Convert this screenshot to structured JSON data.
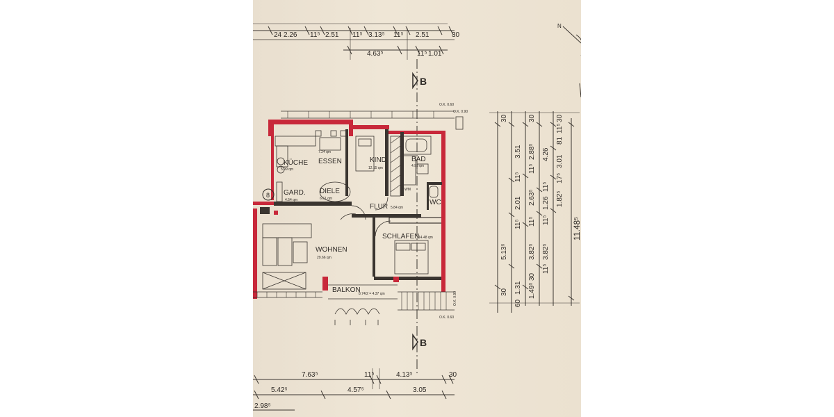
{
  "rooms": {
    "kueche": {
      "name": "KÜCHE",
      "area": "5.99 qm"
    },
    "essen": {
      "name": "ESSEN",
      "area": "7.24 qm"
    },
    "kind": {
      "name": "KIND",
      "area": "12.15 qm"
    },
    "bad": {
      "name": "BAD",
      "area": "4.93 qm"
    },
    "gard": {
      "name": "GARD.",
      "area": "4.54 qm"
    },
    "diele": {
      "name": "DIELE",
      "area": "6.61 qm"
    },
    "flur": {
      "name": "FLUR",
      "area": "5.84 qm"
    },
    "wc": {
      "name": "WC"
    },
    "wohnen": {
      "name": "WOHNEN",
      "area": "29.66 qm"
    },
    "schlafen": {
      "name": "SCHLAFEN",
      "area": "14.48 qm"
    },
    "balkon": {
      "name": "BALKON",
      "area": "8.74/2 = 4.37 qm"
    },
    "wm": {
      "name": "WM"
    }
  },
  "unit_number": "8",
  "section_label": "B",
  "north_label": "N",
  "ok_labels": {
    "top_1": "O.K. 0.60",
    "top_2": "O.K. 0.90",
    "bottom_1": "O.K. 0.90",
    "bottom_2": "O.K. 0.60"
  },
  "dimensions_top": {
    "row1": [
      "24",
      "2.26",
      "11⁵",
      "2.51",
      "11⁵",
      "3.13⁵",
      "11⁵",
      "2.51",
      "30"
    ],
    "row2": [
      "4.63⁵",
      "11⁵",
      "1.01"
    ]
  },
  "dimensions_bottom": {
    "row1": [
      "7.63⁵",
      "11⁵",
      "4.13⁵",
      "30"
    ],
    "row2": [
      "5.42⁵",
      "4.57⁵",
      "3.05"
    ],
    "row3": [
      "2.98⁵"
    ]
  },
  "dimensions_right": {
    "col1": [
      "30",
      "5.13⁵",
      "30"
    ],
    "col2": [
      "3.51",
      "11⁵",
      "2.01",
      "11⁵",
      "1.31",
      "60"
    ],
    "col3": [
      "30",
      "2.88⁵",
      "11⁵",
      "2.63⁵",
      "11⁵",
      "3.82⁵",
      "30",
      "1.49⁵"
    ],
    "col4": [
      "4.26",
      "11⁵",
      "1.26",
      "11⁵",
      "3.82⁵",
      "11⁵"
    ],
    "col5": [
      "30",
      "11⁵",
      "81",
      "3.01",
      "17⁵",
      "1.82⁵"
    ],
    "col6": [
      "11.48⁵"
    ]
  }
}
